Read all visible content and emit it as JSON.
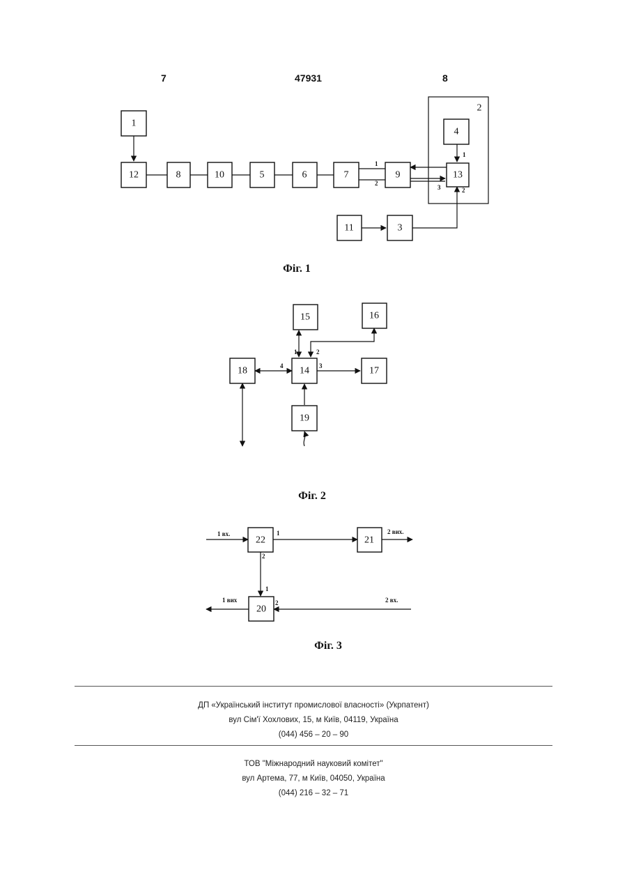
{
  "header": {
    "page_left": "7",
    "patent_number": "47931",
    "page_right": "8"
  },
  "fig1": {
    "caption": "Фіг. 1",
    "container_label": "2",
    "blocks": [
      "1",
      "12",
      "8",
      "10",
      "5",
      "6",
      "7",
      "9",
      "4",
      "13",
      "11",
      "3"
    ],
    "pins": {
      "link_7_9_a": "1",
      "link_7_9_b": "2",
      "b13_in_1": "1",
      "b13_in_2": "2",
      "b13_in_3": "3"
    }
  },
  "fig2": {
    "caption": "Фіг. 2",
    "blocks": [
      "15",
      "16",
      "18",
      "14",
      "17",
      "19"
    ],
    "pins": {
      "p1": "1",
      "p2": "2",
      "p3": "3",
      "p4": "4"
    }
  },
  "fig3": {
    "caption": "Фіг. 3",
    "blocks": [
      "22",
      "21",
      "20"
    ],
    "ports": {
      "in1": "1 вх.",
      "out2": "2 вих.",
      "out1": "1 вих",
      "in2": "2 вх."
    },
    "pins": {
      "b22_out1": "1",
      "b22_out2": "2",
      "b20_in1": "1",
      "b20_in2": "2"
    }
  },
  "footer": {
    "org1_name": "ДП «Український інститут промислової власності» (Укрпатент)",
    "org1_address": "вул  Сім'ї Хохлових, 15, м  Київ, 04119, Україна",
    "org1_phone": "(044) 456 – 20 –  90",
    "org2_name": "ТОВ \"Міжнародний науковий комітет\"",
    "org2_address": "вул  Артема, 77, м  Київ, 04050, Україна",
    "org2_phone": "(044) 216 – 32 – 71"
  }
}
